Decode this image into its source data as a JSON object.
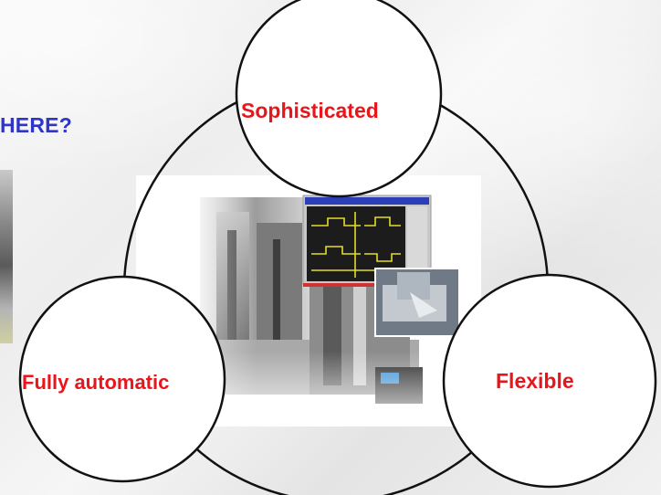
{
  "slide": {
    "heading": "HERE?"
  },
  "diagram": {
    "circles": [
      {
        "id": "top",
        "label": "Sophisticated"
      },
      {
        "id": "left",
        "label": "Fully automatic"
      },
      {
        "id": "right",
        "label": "Flexible"
      }
    ],
    "label_color": "#e8161b",
    "outline_color": "#111111",
    "fill_color": "#ffffff"
  },
  "colors": {
    "heading": "#2f35c8",
    "screen_background": "#1c1c1c",
    "screen_trace": "#e3dd2a",
    "screen_titlebar": "#2a3fb8"
  },
  "images": [
    {
      "name": "machine-photo",
      "icon": "industrial-machine-with-monitor"
    },
    {
      "name": "side-photo",
      "icon": "cropped-photo"
    }
  ]
}
